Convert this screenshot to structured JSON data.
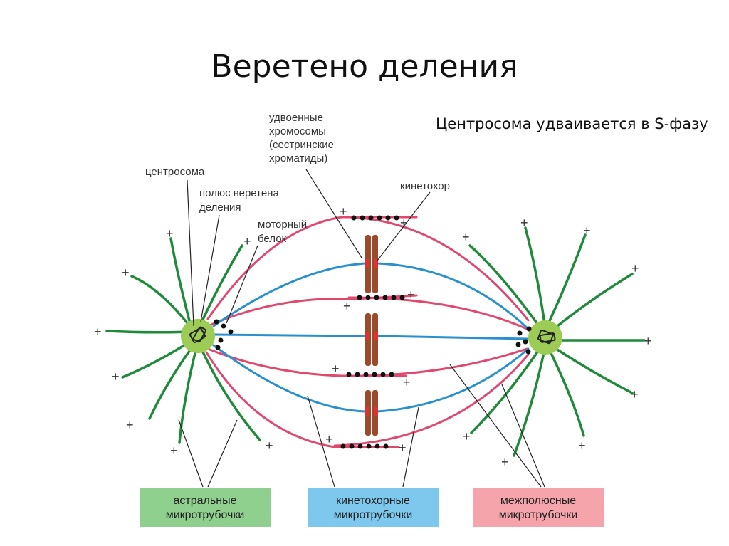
{
  "slide": {
    "title": "Веретено деления",
    "note": "Центросома удваивается в S-фазу"
  },
  "labels": {
    "duplicated_chromosomes": [
      "удвоенные",
      "хромосомы",
      "(сестринские",
      "хроматиды)"
    ],
    "centrosome": "центросома",
    "spindle_pole": [
      "полюс веретена",
      "деления"
    ],
    "motor_protein": [
      "моторный",
      "белок"
    ],
    "kinetochore": "кинетохор"
  },
  "legend": [
    {
      "line1": "астральные",
      "line2": "микротрубочки",
      "color": "#8fd08f"
    },
    {
      "line1": "кинетохорные",
      "line2": "микротрубочки",
      "color": "#7ec8ee"
    },
    {
      "line1": "межполюсные",
      "line2": "микротрубочки",
      "color": "#f4a4aa"
    }
  ],
  "plus_sign": "+",
  "colors": {
    "astral": "#1f8a3a",
    "kinetochore_mt": "#2a8fcf",
    "interpolar": "#e0486e",
    "centrosome": "#9ccc55",
    "chromosome": "#9b4a2a",
    "kinetochore": "#e03030"
  }
}
